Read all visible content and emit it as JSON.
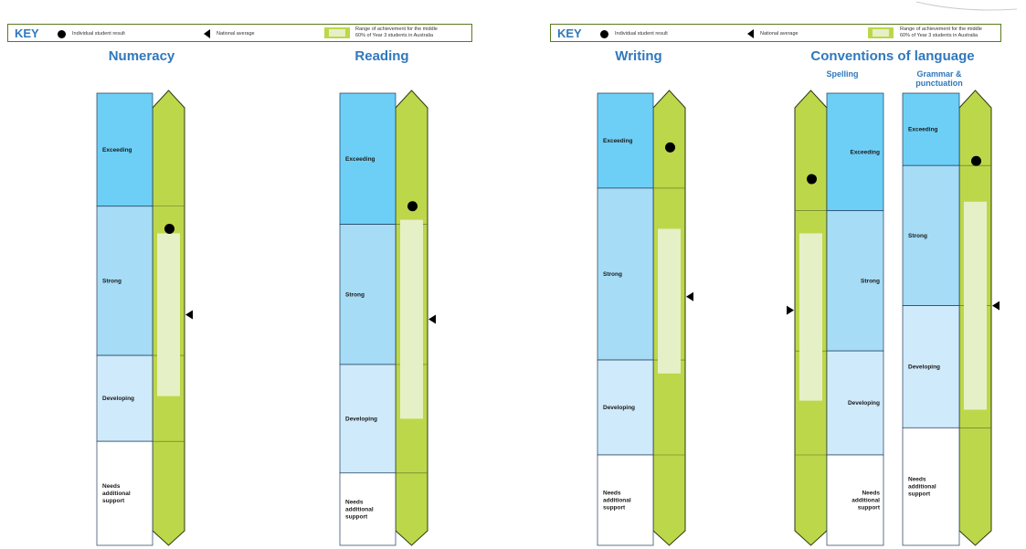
{
  "key": {
    "title": "KEY",
    "individual_label": "Individual student result",
    "national_label": "National average",
    "range_label_1": "Range of achievement for the middle",
    "range_label_2": "60% of Year 3 students in Australia"
  },
  "colors": {
    "exceeding": "#6dcff6",
    "strong": "#a6dcf5",
    "developing": "#cfeafa",
    "needs_support": "#ffffff",
    "range_bar": "#bdd74a",
    "range_box": "#e6f0c6",
    "title": "#2f78bd"
  },
  "titles": {
    "numeracy": "Numeracy",
    "reading": "Reading",
    "writing": "Writing",
    "conventions": "Conventions of language",
    "spelling": "Spelling",
    "grammar": "Grammar & punctuation"
  },
  "chart_data": [
    {
      "type": "range-bar",
      "domain": "Numeracy",
      "bands": [
        "Exceeding",
        "Strong",
        "Developing",
        "Needs additional support"
      ],
      "band_boundaries": [
        1.0,
        0.75,
        0.42,
        0.23,
        0.0
      ],
      "student_result": 0.7,
      "national_average": 0.51,
      "middle_60_range": [
        0.33,
        0.69
      ],
      "arrow_side": "right"
    },
    {
      "type": "range-bar",
      "domain": "Reading",
      "bands": [
        "Exceeding",
        "Strong",
        "Developing",
        "Needs additional support"
      ],
      "band_boundaries": [
        1.0,
        0.71,
        0.4,
        0.16,
        0.0
      ],
      "student_result": 0.75,
      "national_average": 0.5,
      "middle_60_range": [
        0.28,
        0.72
      ],
      "arrow_side": "right"
    },
    {
      "type": "range-bar",
      "domain": "Writing",
      "bands": [
        "Exceeding",
        "Strong",
        "Developing",
        "Needs additional support"
      ],
      "band_boundaries": [
        1.0,
        0.79,
        0.41,
        0.2,
        0.0
      ],
      "student_result": 0.88,
      "national_average": 0.55,
      "middle_60_range": [
        0.38,
        0.7
      ],
      "arrow_side": "right"
    },
    {
      "type": "range-bar",
      "domain": "Spelling",
      "bands": [
        "Exceeding",
        "Strong",
        "Developing",
        "Needs additional support"
      ],
      "band_boundaries": [
        1.0,
        0.74,
        0.43,
        0.2,
        0.0
      ],
      "student_result": 0.81,
      "national_average": 0.52,
      "middle_60_range": [
        0.32,
        0.69
      ],
      "arrow_side": "left"
    },
    {
      "type": "range-bar",
      "domain": "Grammar & punctuation",
      "bands": [
        "Exceeding",
        "Strong",
        "Developing",
        "Needs additional support"
      ],
      "band_boundaries": [
        1.0,
        0.84,
        0.53,
        0.26,
        0.0
      ],
      "student_result": 0.85,
      "national_average": 0.53,
      "middle_60_range": [
        0.3,
        0.76
      ],
      "arrow_side": "right"
    }
  ]
}
